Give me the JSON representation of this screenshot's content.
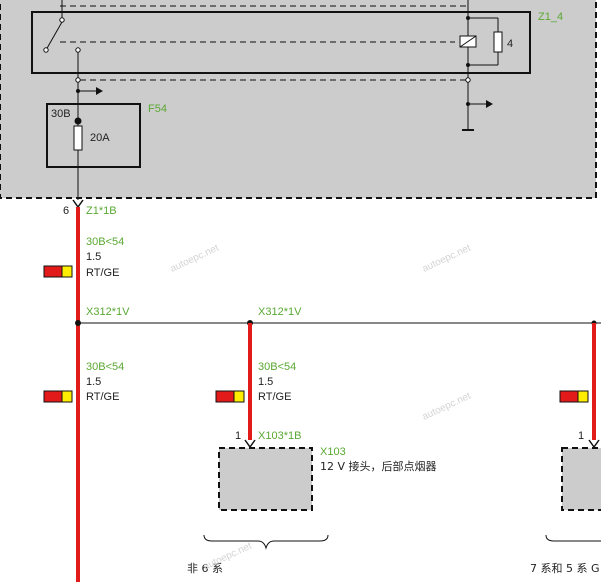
{
  "module": {
    "name": "Z1_4",
    "pin": "4"
  },
  "fuse": {
    "name": "F54",
    "terminal": "30B",
    "rating": "20A"
  },
  "connector_top": {
    "pin": "6",
    "name": "Z1*1B"
  },
  "wire_top": {
    "signal": "30B<54",
    "size": "1.5",
    "color": "RT/GE"
  },
  "splice": {
    "left": "X312*1V",
    "mid": "X312*1V"
  },
  "wire_left": {
    "signal": "30B<54",
    "size": "1.5",
    "color": "RT/GE"
  },
  "wire_mid": {
    "signal": "30B<54",
    "size": "1.5",
    "color": "RT/GE"
  },
  "plug": {
    "pin": "1",
    "name": "X103*1B",
    "id": "X103",
    "description": "12 V 接头，后部点烟器"
  },
  "plug_right": {
    "pin": "1"
  },
  "variants": {
    "left": "非 6 系",
    "right": "7 系和 5 系 G"
  },
  "watermark": "autoepc.net",
  "colors": {
    "wire": "#e21a1a",
    "label": "#5aa832",
    "module_bg": "#cccccc",
    "stripe_yellow": "#ffee00"
  }
}
